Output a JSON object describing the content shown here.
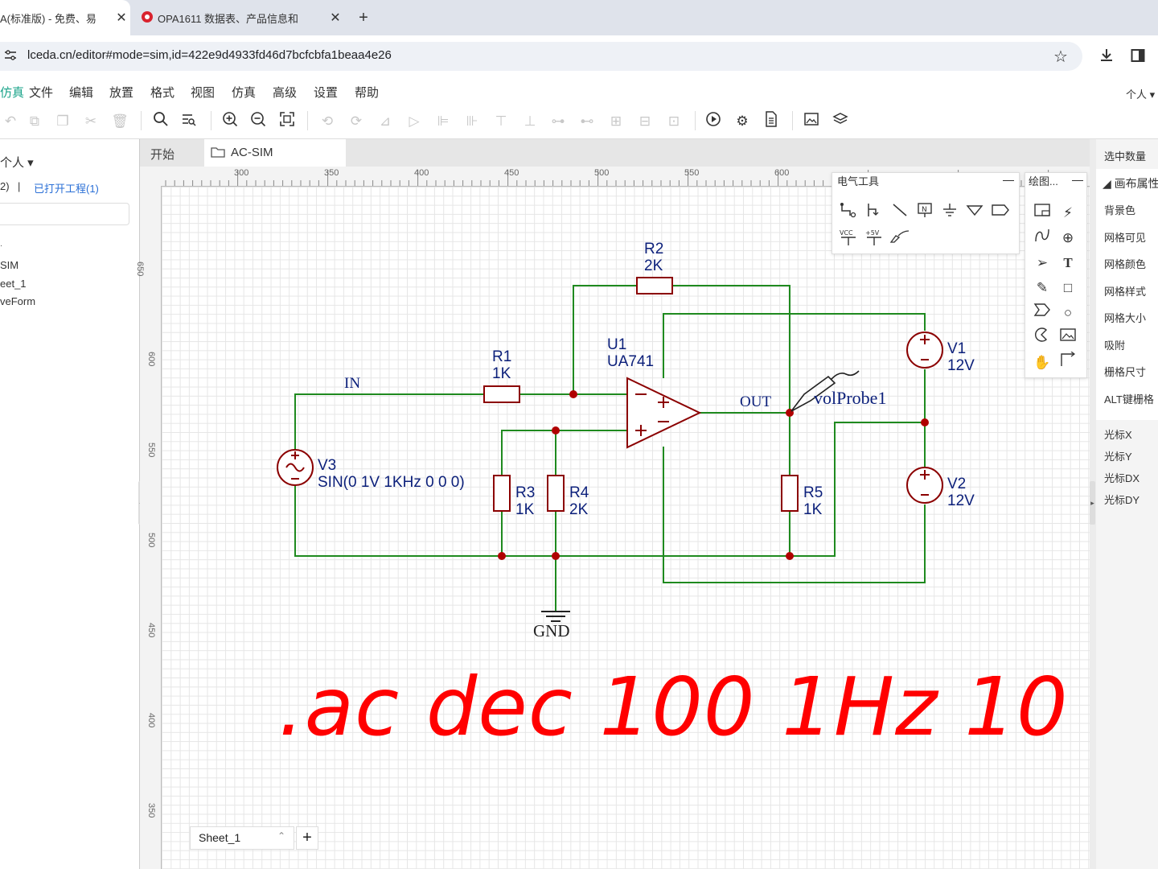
{
  "browser": {
    "tabs": [
      {
        "title": "A(标准版) - 免费、易",
        "close": "✕"
      },
      {
        "title": "OPA1611 数据表、产品信息和",
        "close": "✕"
      }
    ],
    "new_tab": "+",
    "url": "lceda.cn/editor#mode=sim,id=422e9d4933fd46d7bcfcbfa1beaa4e26"
  },
  "menubar": {
    "mode": "仿真",
    "items": [
      "文件",
      "编辑",
      "放置",
      "格式",
      "视图",
      "仿真",
      "高级",
      "设置",
      "帮助"
    ],
    "user": "个人"
  },
  "left_panel": {
    "owner": "个人",
    "project_count": "2)",
    "separator": "|",
    "opened_projects": "已打开工程(1)",
    "tree": [
      "SIM",
      "eet_1",
      "veForm"
    ]
  },
  "doc_tabs": {
    "start": "开始",
    "active": "AC-SIM"
  },
  "ruler": {
    "x_labels": [
      "300",
      "350",
      "400",
      "450",
      "500",
      "550",
      "600"
    ],
    "y_labels": [
      "650",
      "600",
      "550",
      "500",
      "450",
      "400",
      "350"
    ]
  },
  "panels": {
    "electrical_tools": "电气工具",
    "drawing": "绘图..."
  },
  "right_panel": {
    "selected_count": "选中数量",
    "canvas_props": "画布属性",
    "props": [
      "背景色",
      "网格可见",
      "网格颜色",
      "网格样式",
      "网格大小",
      "吸附",
      "栅格尺寸",
      "ALT键栅格"
    ],
    "cursor": [
      "光标X",
      "光标Y",
      "光标DX",
      "光标DY"
    ]
  },
  "schematic": {
    "net_in": "IN",
    "net_out": "OUT",
    "probe": "volProbe1",
    "gnd": "GND",
    "r1": {
      "ref": "R1",
      "value": "1K"
    },
    "r2": {
      "ref": "R2",
      "value": "2K"
    },
    "r3": {
      "ref": "R3",
      "value": "1K"
    },
    "r4": {
      "ref": "R4",
      "value": "2K"
    },
    "r5": {
      "ref": "R5",
      "value": "1K"
    },
    "u1": {
      "ref": "U1",
      "value": "UA741"
    },
    "v1": {
      "ref": "V1",
      "value": "12V"
    },
    "v2": {
      "ref": "V2",
      "value": "12V"
    },
    "v3": {
      "ref": "V3",
      "value": "SIN(0 1V 1KHz 0 0 0)"
    },
    "directive": ".ac dec 100 1Hz 10"
  },
  "sheet": {
    "name": "Sheet_1",
    "add": "+"
  },
  "colors": {
    "wire": "#1f8a1f",
    "component": "#8b0000",
    "label": "#0b1f7a",
    "directive": "#ff0000",
    "junction": "#b00000"
  }
}
